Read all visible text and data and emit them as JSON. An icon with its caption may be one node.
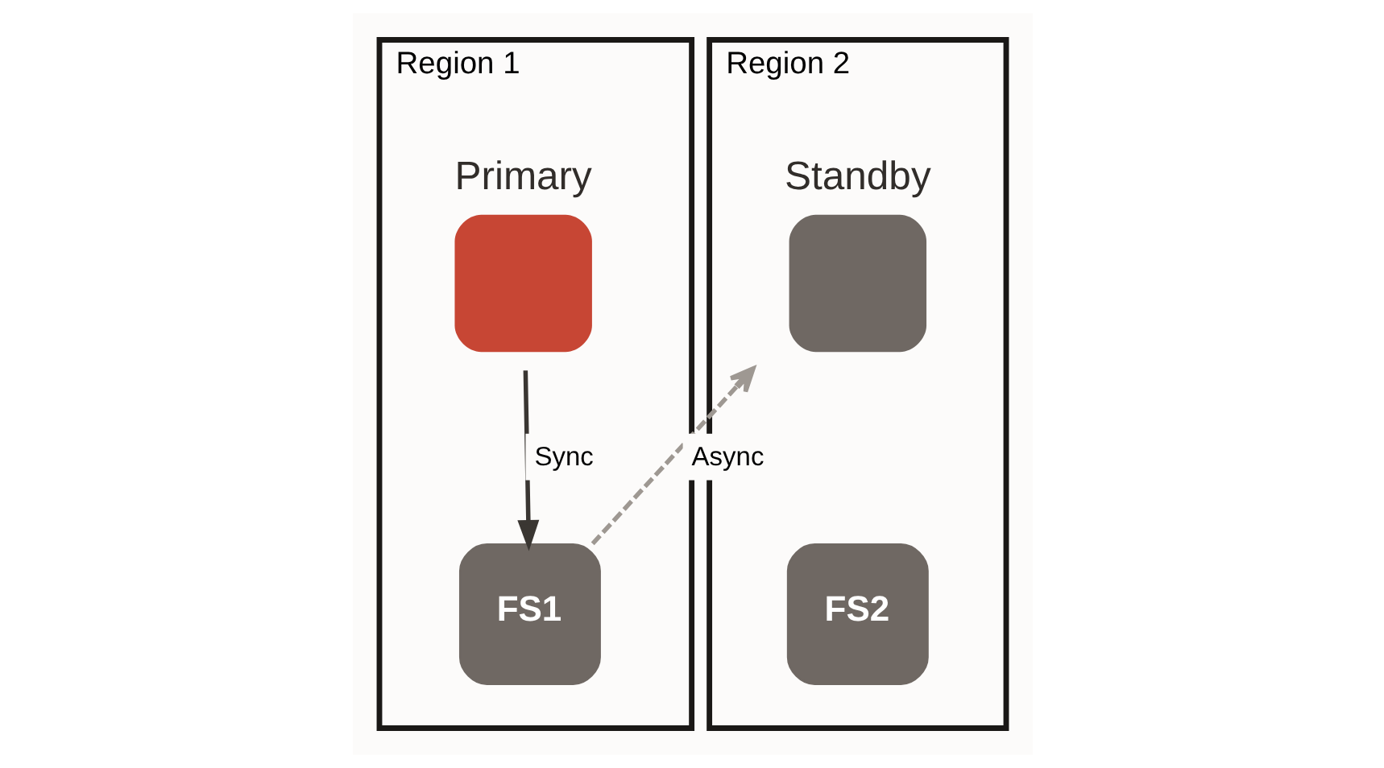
{
  "diagram": {
    "nodes": [
      {
        "text": [
          "Region 1"
        ]
      },
      {
        "text": [
          "Primary"
        ],
        "in": 0
      },
      {
        "text": [
          "FS1"
        ],
        "in": 0
      },
      {
        "text": [
          "Region 2"
        ]
      },
      {
        "text": [
          "Standby"
        ],
        "in": 3
      },
      {
        "text": [
          "FS2"
        ],
        "in": 3
      }
    ],
    "edges": [
      {
        "from": 1,
        "to": 2,
        "arrow": "to",
        "label": "Sync"
      },
      {
        "from": 2,
        "to": 4,
        "arrow": "to",
        "label": "Async",
        "style": "dashed",
        "color": "#9e9892"
      }
    ]
  }
}
